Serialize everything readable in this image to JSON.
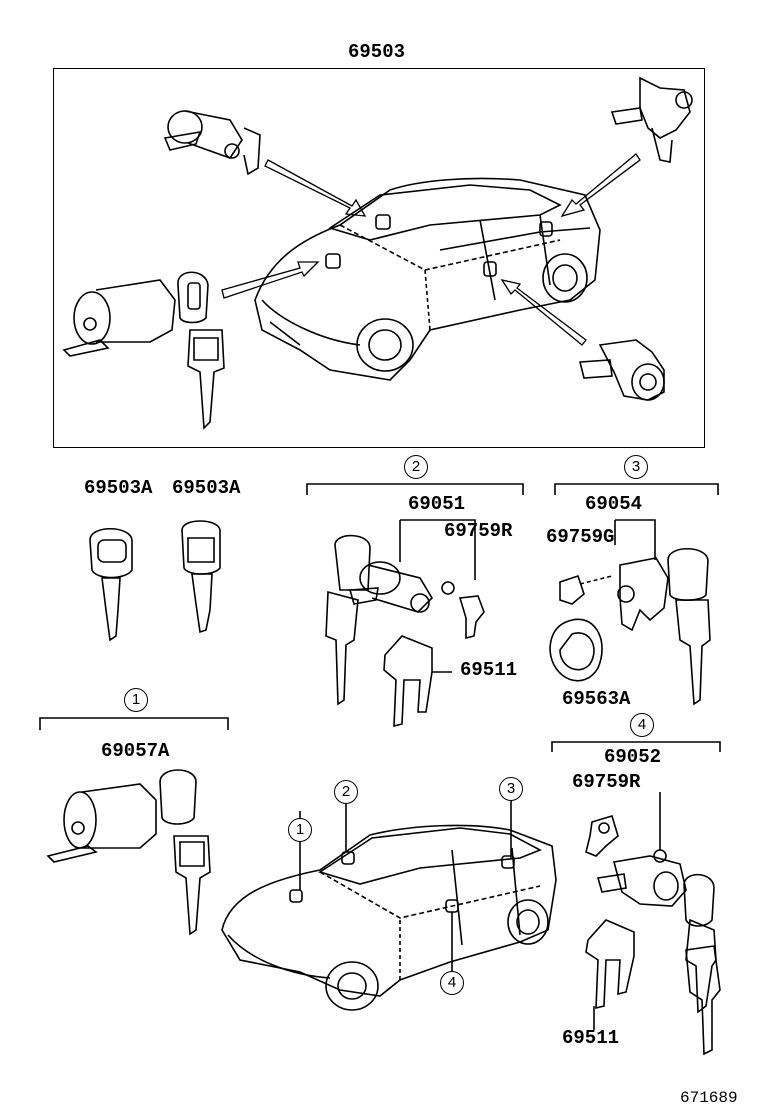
{
  "diagram": {
    "assembly_label": "69503",
    "spare_keys": [
      "69503A",
      "69503A"
    ],
    "groups": [
      {
        "index": "1",
        "part": "69057A"
      },
      {
        "index": "2",
        "part": "69051",
        "retainer": "69759R",
        "clip": "69511"
      },
      {
        "index": "3",
        "part": "69054",
        "retainer": "69759G",
        "pad": "69563A"
      },
      {
        "index": "4",
        "part": "69052",
        "retainer": "69759R",
        "clip": "69511"
      }
    ],
    "car_callouts": [
      "1",
      "2",
      "3",
      "4"
    ],
    "figure_number": "671689"
  }
}
